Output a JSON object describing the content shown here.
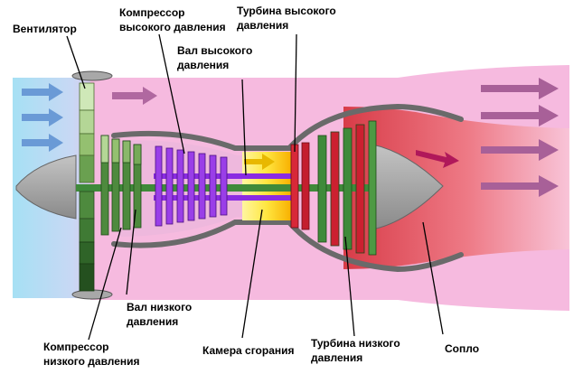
{
  "labels": {
    "fan": "Вентилятор",
    "hp_compressor_line1": "Компрессор",
    "hp_compressor_line2": "высокого давления",
    "hp_turbine_line1": "Турбина высокого",
    "hp_turbine_line2": "давления",
    "hp_shaft_line1": "Вал высокого",
    "hp_shaft_line2": "давления",
    "lp_shaft_line1": "Вал низкого",
    "lp_shaft_line2": "давления",
    "lp_compressor_line1": "Компрессор",
    "lp_compressor_line2": "низкого давления",
    "combustor": "Камера сгорания",
    "lp_turbine_line1": "Турбина низкого",
    "lp_turbine_line2": "давления",
    "nozzle": "Сопло"
  },
  "colors": {
    "cold_air": "#8fd4f0",
    "bypass_air": "#f6b4de",
    "hot_exhaust": "#e0505a",
    "fan_blade": "#b8dca0",
    "lp_compressor": "#3f8a3a",
    "hp_compressor": "#8a2be2",
    "combustion": "#ffd700",
    "turbine_red": "#cc2030",
    "spinner": "#a8a8a8",
    "arrow_inlet": "#6a9ad6",
    "arrow_bypass": "#b0608f"
  },
  "icons": {
    "flow_arrow": "arrow-right-icon"
  }
}
